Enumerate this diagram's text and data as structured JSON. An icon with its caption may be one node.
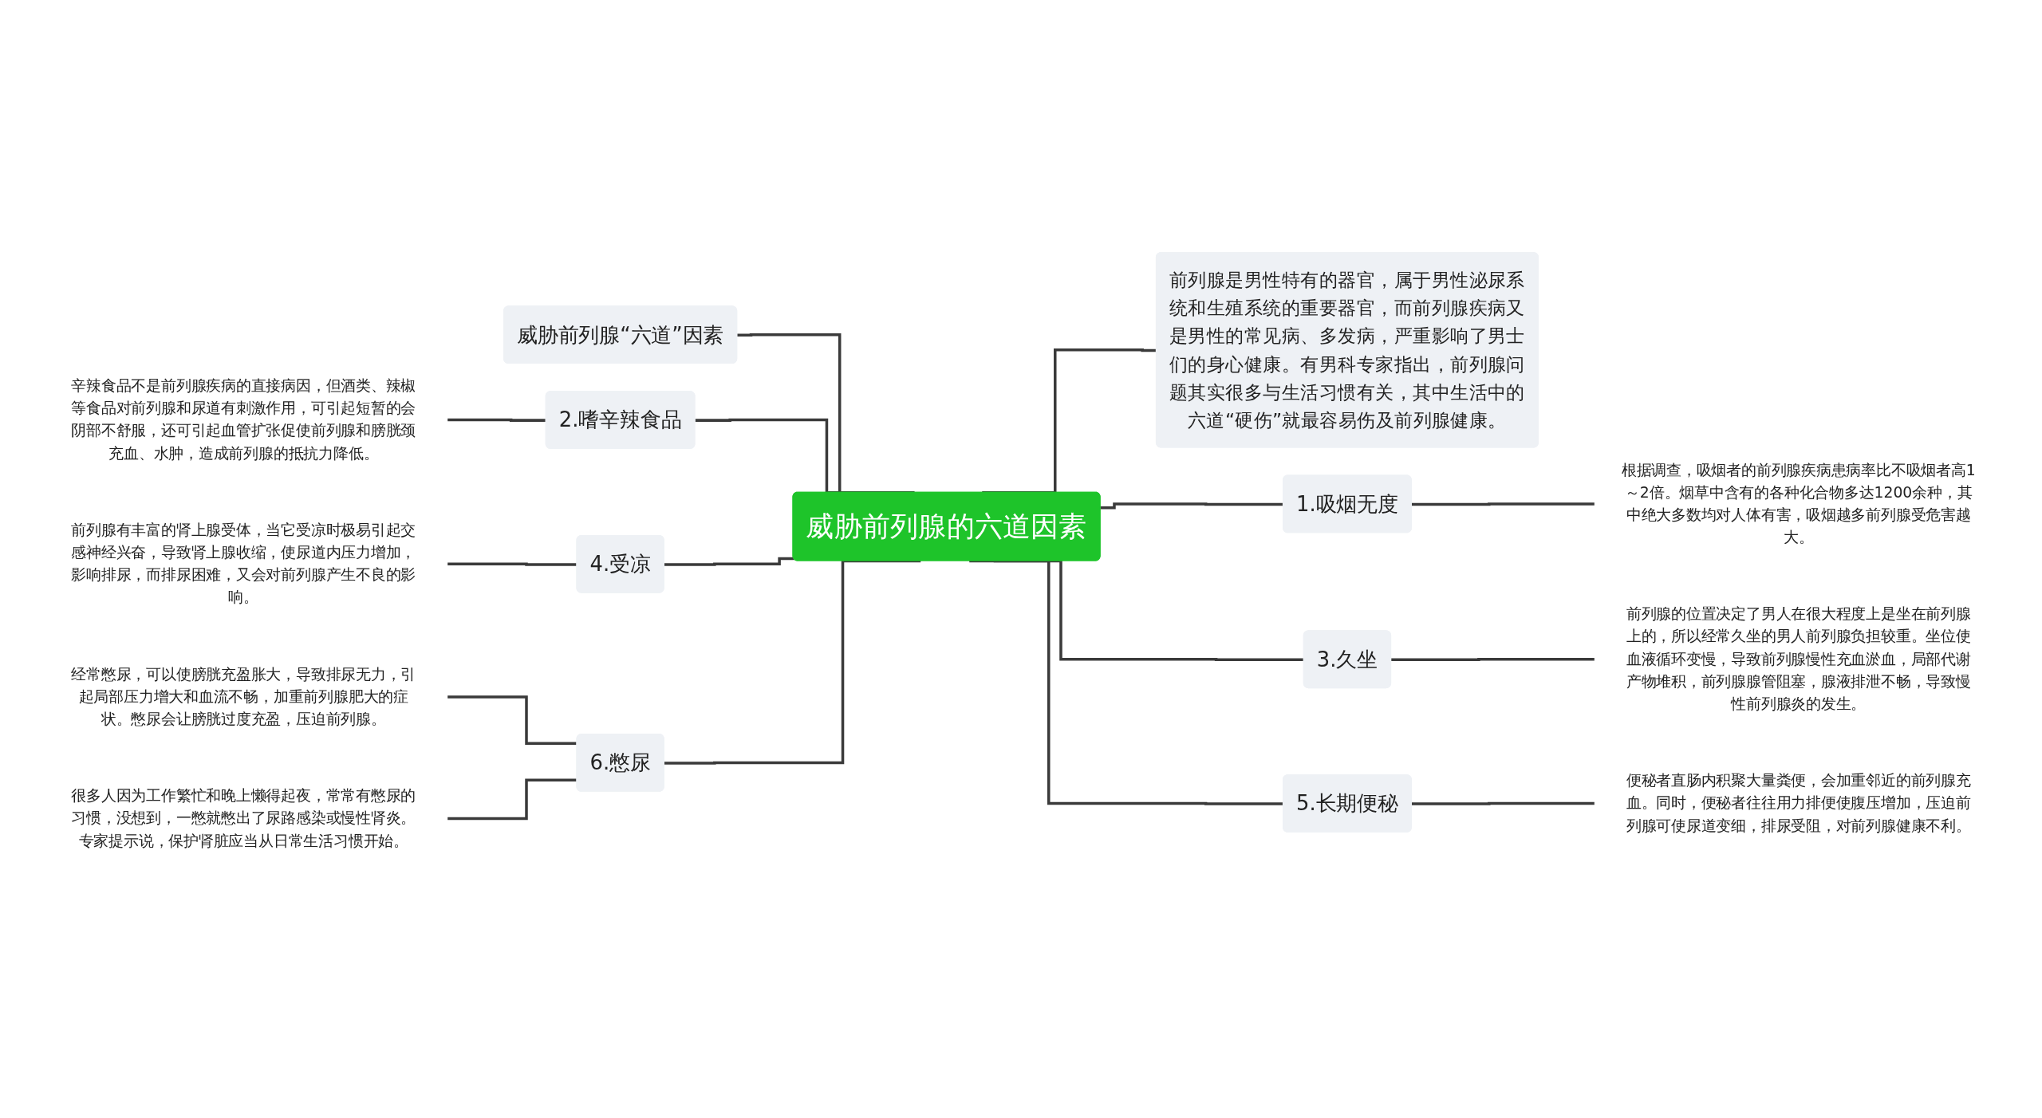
{
  "diagram": {
    "nodes": [
      {
        "text": [
          "威胁前列腺的六道因素"
        ]
      },
      {
        "text": [
          "威胁前列腺“六道”因素"
        ]
      },
      {
        "text": [
          "2.嗜辛辣食品"
        ]
      },
      {
        "text": [
          "辛辣食品不是前列腺疾病的直接病因，但酒类、辣椒等食品对前列腺和尿道有刺激作用，可引起短暂的会阴部不舒服，还可引起血管扩张促使前列腺和膀胱颈充血、水肿，造成前列腺的抵抗力降低。"
        ]
      },
      {
        "text": [
          "4.受凉"
        ]
      },
      {
        "text": [
          "前列腺有丰富的肾上腺受体，当它受凉时极易引起交感神经兴奋，导致肾上腺收缩，使尿道内压力增加，影响排尿，而排尿困难，又会对前列腺产生不良的影响。"
        ]
      },
      {
        "text": [
          "6.憋尿"
        ]
      },
      {
        "text": [
          "经常憋尿，可以使膀胱充盈胀大，导致排尿无力，引起局部压力增大和血流不畅，加重前列腺肥大的症状。憋尿会让膀胱过度充盈，压迫前列腺。"
        ]
      },
      {
        "text": [
          "很多人因为工作繁忙和晚上懒得起夜，常常有憋尿的习惯，没想到，一憋就憋出了尿路感染或慢性肾炎。专家提示说，保护肾脏应当从日常生活习惯开始。"
        ]
      },
      {
        "text": [
          "前列腺是男性特有的器官，属于男性泌尿系统和生殖系统的重要器官，而前列腺疾病又是男性的常见病、多发病，严重影响了男士们的身心健康。有男科专家指出，前列腺问题其实很多与生活习惯有关，其中生活中的六道“硬伤”就最容易伤及前列腺健康。"
        ]
      },
      {
        "text": [
          "1.吸烟无度"
        ]
      },
      {
        "text": [
          "根据调查，吸烟者的前列腺疾病患病率比不吸烟者高1～2倍。烟草中含有的各种化合物多达1200余种，其中绝大多数均对人体有害，吸烟越多前列腺受危害越大。"
        ]
      },
      {
        "text": [
          "3.久坐"
        ]
      },
      {
        "text": [
          "前列腺的位置决定了男人在很大程度上是坐在前列腺上的，所以经常久坐的男人前列腺负担较重。坐位使血液循环变慢，导致前列腺慢性充血淤血，局部代谢产物堆积，前列腺腺管阻塞，腺液排泄不畅，导致慢性前列腺炎的发生。"
        ]
      },
      {
        "text": [
          "5.长期便秘"
        ]
      },
      {
        "text": [
          "便秘者直肠内积聚大量粪便，会加重邻近的前列腺充血。同时，便秘者往往用力排便使腹压增加，压迫前列腺可使尿道变细，排尿受阻，对前列腺健康不利。"
        ]
      }
    ],
    "edges": [
      {
        "from": 1,
        "to": 0,
        "arrow": "none"
      },
      {
        "from": 2,
        "to": 0,
        "arrow": "none"
      },
      {
        "from": 3,
        "to": 2,
        "arrow": "none"
      },
      {
        "from": 4,
        "to": 0,
        "arrow": "none"
      },
      {
        "from": 5,
        "to": 4,
        "arrow": "none"
      },
      {
        "from": 6,
        "to": 0,
        "arrow": "none"
      },
      {
        "from": 7,
        "to": 6,
        "arrow": "none"
      },
      {
        "from": 8,
        "to": 6,
        "arrow": "none"
      },
      {
        "from": 0,
        "to": 9,
        "arrow": "none"
      },
      {
        "from": 0,
        "to": 10,
        "arrow": "none"
      },
      {
        "from": 10,
        "to": 11,
        "arrow": "none"
      },
      {
        "from": 0,
        "to": 12,
        "arrow": "none"
      },
      {
        "from": 12,
        "to": 13,
        "arrow": "none"
      },
      {
        "from": 0,
        "to": 14,
        "arrow": "none"
      },
      {
        "from": 14,
        "to": 15,
        "arrow": "none"
      }
    ]
  }
}
